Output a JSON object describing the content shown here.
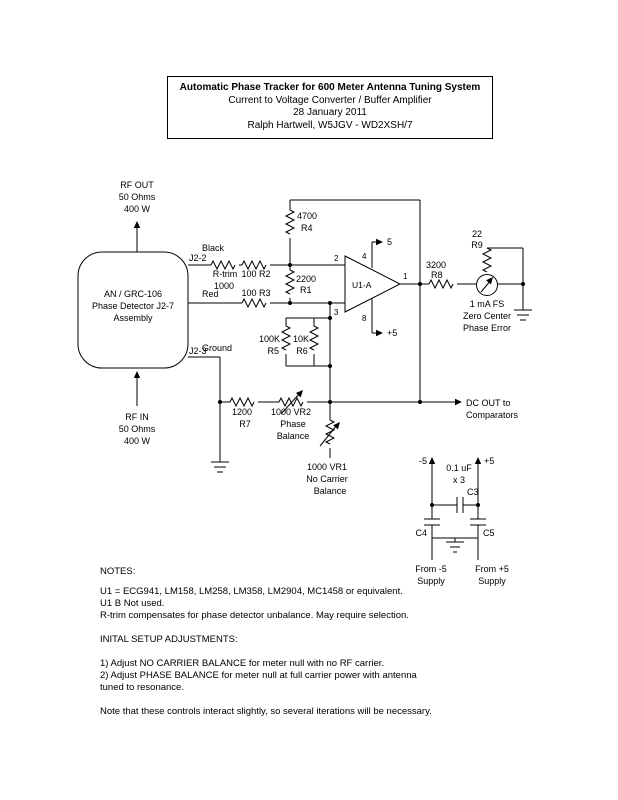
{
  "title_block": {
    "line1": "Automatic Phase Tracker for 600 Meter Antenna Tuning System",
    "line2": "Current to Voltage Converter / Buffer Amplifier",
    "line3": "28 January 2011",
    "line4": "Ralph Hartwell, W5JGV - WD2XSH/7"
  },
  "schematic": {
    "rf_out": {
      "l1": "RF OUT",
      "l2": "50 Ohms",
      "l3": "400 W"
    },
    "rf_in": {
      "l1": "RF IN",
      "l2": "50 Ohms",
      "l3": "400 W"
    },
    "assembly": {
      "l1": "AN / GRC-106",
      "l2": "Phase Detector J2-7",
      "l3": "Assembly"
    },
    "terminals": {
      "j22": "J2-2",
      "j23": "J2-3",
      "black": "Black",
      "red": "Red",
      "ground": "Ground"
    },
    "r_trim": {
      "name": "R-trim",
      "value": "1000"
    },
    "r2": "100 R2",
    "r3": "100 R3",
    "r4": {
      "value": "4700",
      "ref": "R4"
    },
    "r1": {
      "value": "2200",
      "ref": "R1"
    },
    "r5": {
      "value": "100K",
      "ref": "R5"
    },
    "r6": {
      "value": "10K",
      "ref": "R6"
    },
    "r7": {
      "value": "1200",
      "ref": "R7"
    },
    "r8": {
      "value": "3200",
      "ref": "R8"
    },
    "r9": {
      "value": "22",
      "ref": "R9"
    },
    "vr2": {
      "l1": "1000 VR2",
      "l2": "Phase",
      "l3": "Balance"
    },
    "vr1": {
      "l1": "1000 VR1",
      "l2": "No Carrier",
      "l3": "Balance"
    },
    "opamp": {
      "label": "U1-A",
      "pin1": "1",
      "pin2": "2",
      "pin3": "3",
      "pin4": "4",
      "pin8": "8",
      "vneg": "5",
      "vpos": "+5"
    },
    "meter": {
      "l1": "1 mA FS",
      "l2": "Zero Center",
      "l3": "Phase Error"
    },
    "dc_out": {
      "l1": "DC OUT to",
      "l2": "Comparators"
    },
    "caps": {
      "neg": "-5",
      "pos": "+5",
      "value": "0.1 uF",
      "qty": "x 3",
      "c3": "C3",
      "c4": "C4",
      "c5": "C5",
      "from_neg1": "From -5",
      "from_neg2": "Supply",
      "from_pos1": "From +5",
      "from_pos2": "Supply"
    }
  },
  "notes": {
    "heading": "NOTES:",
    "lines": [
      "U1 = ECG941, LM158, LM258, LM358, LM2904, MC1458 or equivalent.",
      "U1 B Not used.",
      "R-trim compensates for phase detector unbalance. May require selection."
    ],
    "setup_heading": "INITAL SETUP ADJUSTMENTS:",
    "setup_lines": [
      "1) Adjust NO CARRIER BALANCE for meter null with no RF carrier.",
      "2) Adjust PHASE BALANCE for meter null at full carrier power with antenna",
      "tuned to resonance."
    ],
    "footer": "Note that these controls interact slightly, so several iterations will be necessary."
  }
}
